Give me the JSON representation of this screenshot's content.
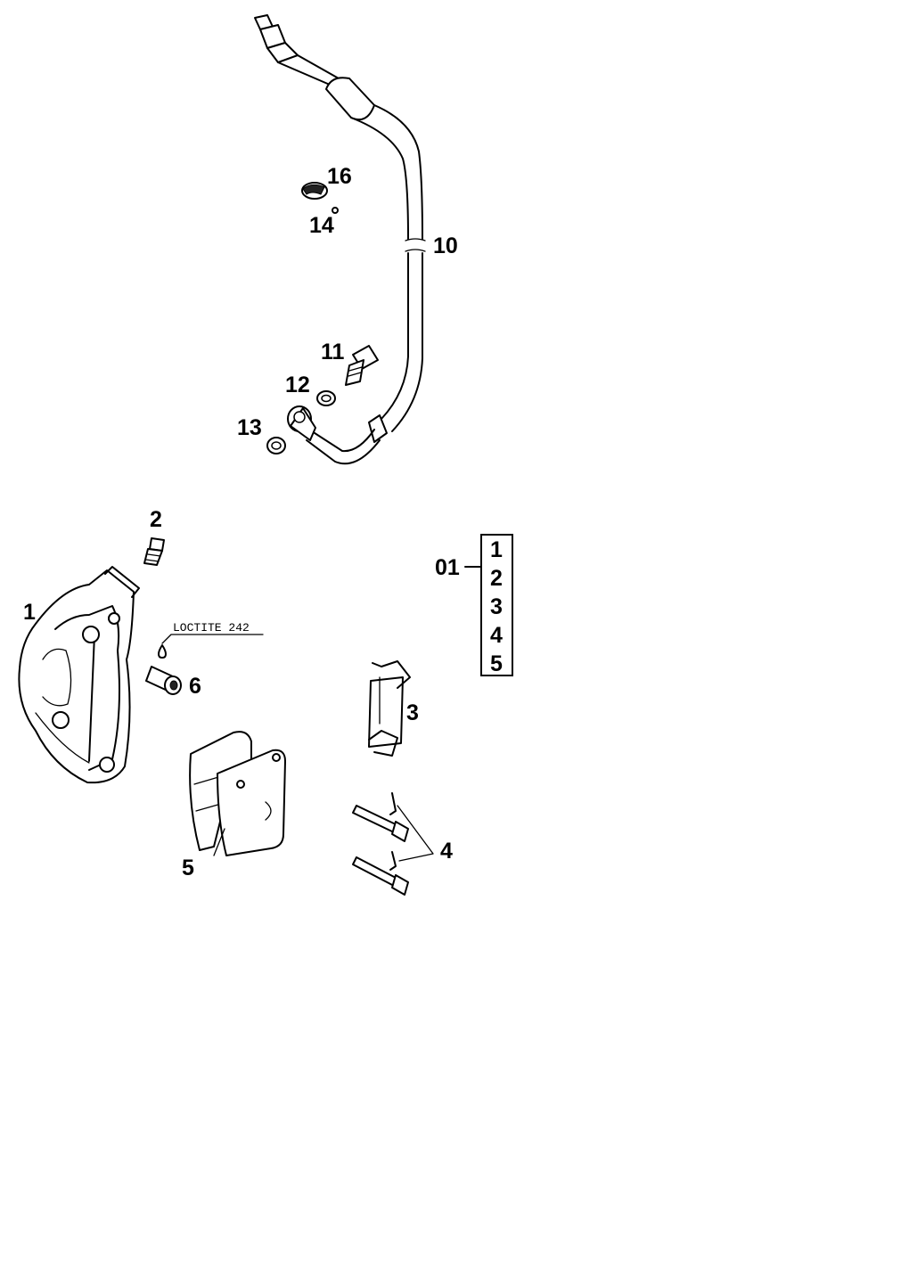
{
  "parts": {
    "p1": "1",
    "p2": "2",
    "p3": "3",
    "p4": "4",
    "p5": "5",
    "p6": "6",
    "p10": "10",
    "p11": "11",
    "p12": "12",
    "p13": "13",
    "p14": "14",
    "p16": "16"
  },
  "note": "LOCTITE 242",
  "kit": {
    "label": "01",
    "items": [
      "1",
      "2",
      "3",
      "4",
      "5"
    ]
  }
}
